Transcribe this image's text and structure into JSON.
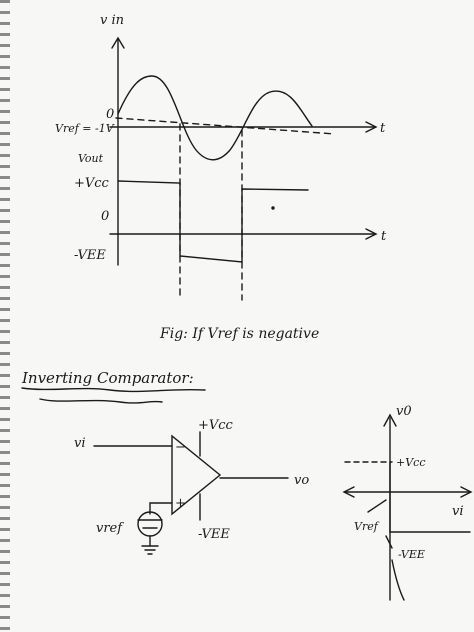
{
  "waveform": {
    "vin_axis": "v in",
    "vout_axis": "Vout",
    "t_label": "t",
    "t_label2": "t",
    "origin": "0",
    "vref_label": "Vref = -1V",
    "vcc_label": "+Vcc",
    "zero_label": "0",
    "vee_label": "-VEE"
  },
  "caption": "Fig: If Vref is negative",
  "heading": "Inverting Comparator:",
  "circuit": {
    "vi": "vi",
    "minus": "−",
    "plus": "+",
    "vcc": "+Vcc",
    "vee": "-VEE",
    "vo": "vo",
    "vref": "vref"
  },
  "transfer": {
    "vo_axis": "v0",
    "vi_axis": "vi",
    "vcc": "+Vcc",
    "vref": "Vref",
    "vee": "-VEE"
  }
}
